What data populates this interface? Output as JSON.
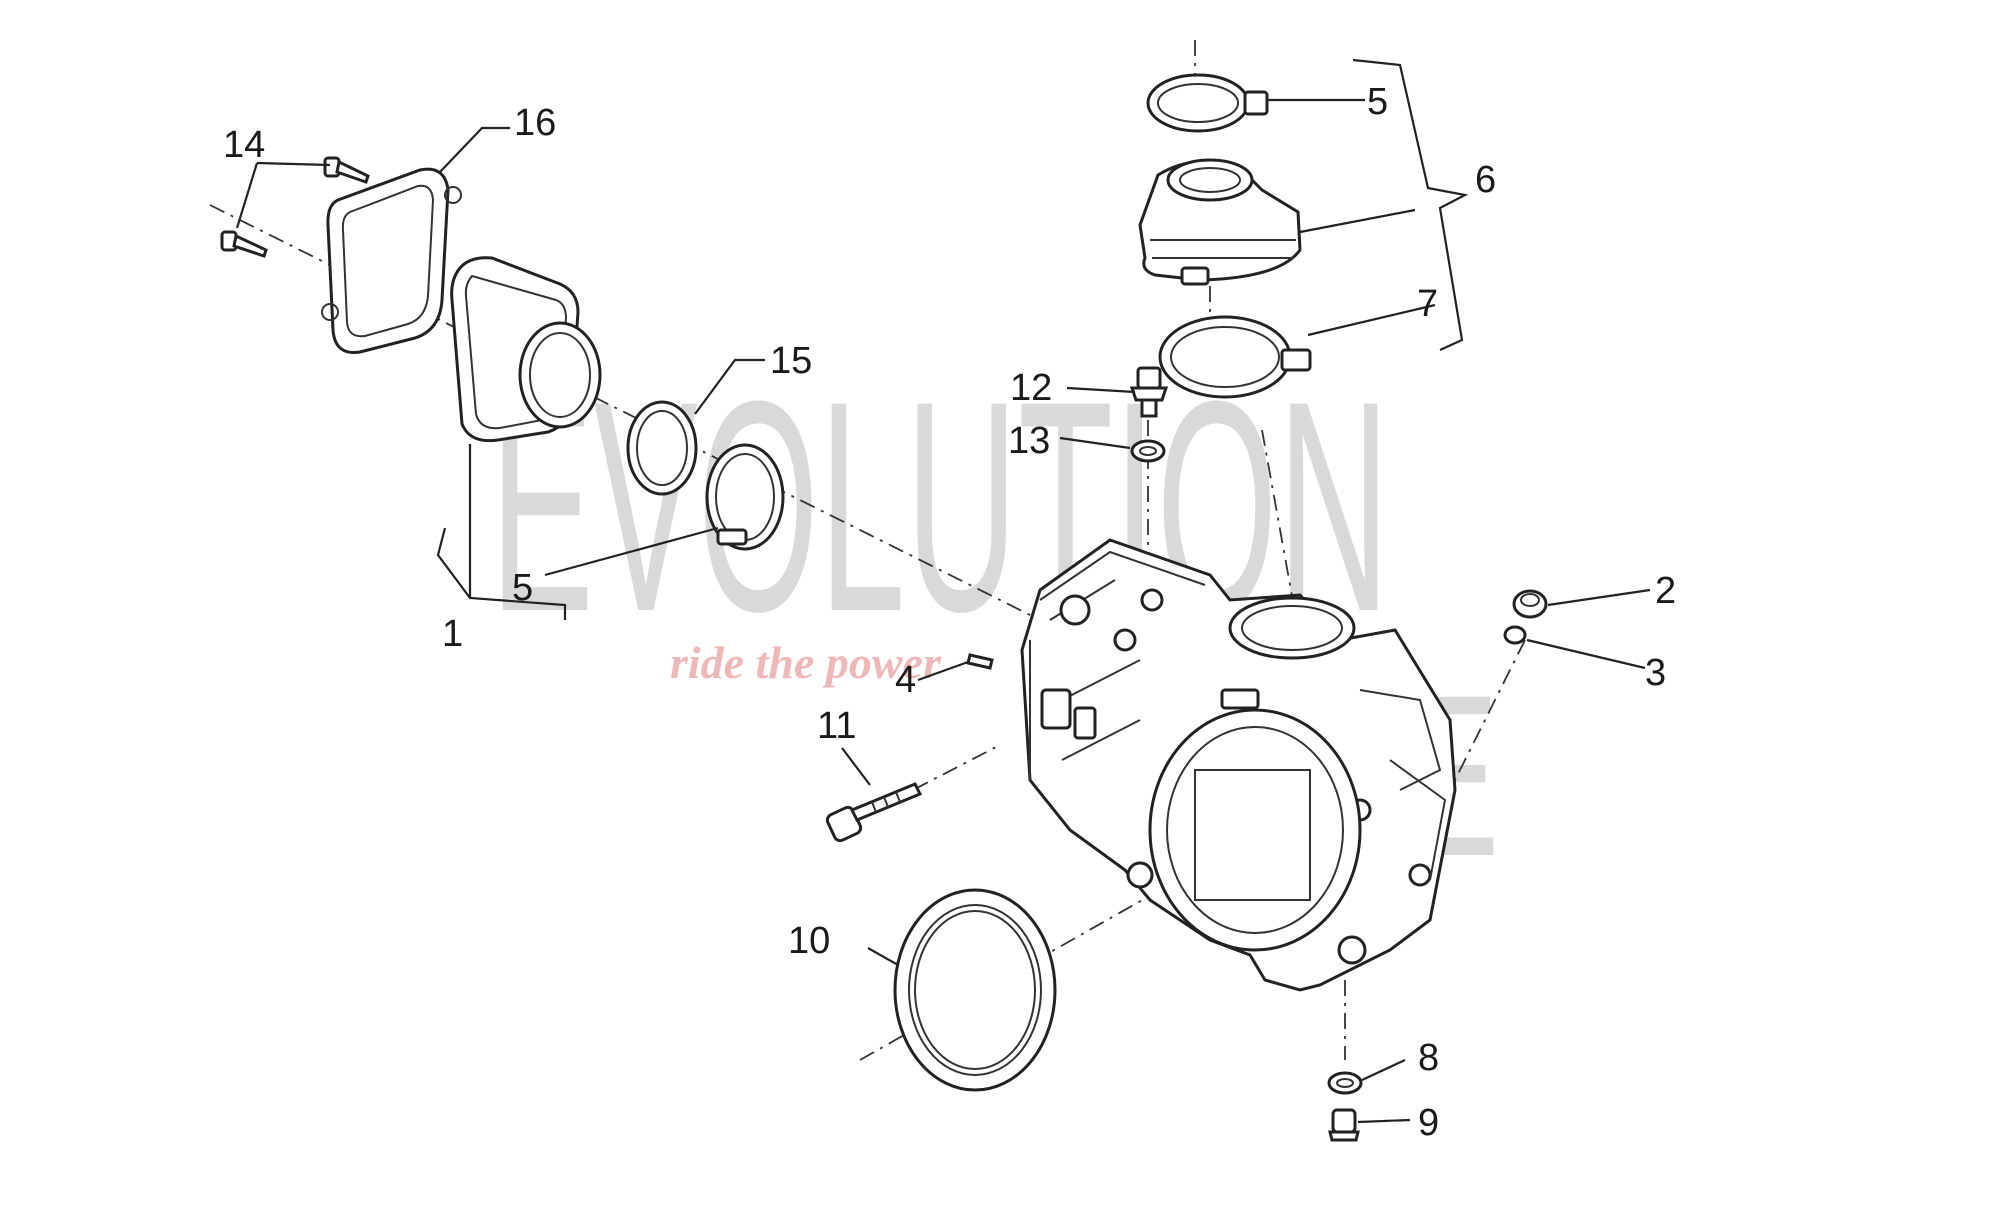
{
  "watermark": {
    "brand_line1": "EVOLUTION",
    "brand_line2": "BIKE",
    "tagline": "ride the power"
  },
  "callouts": [
    {
      "id": "c14",
      "label": "14"
    },
    {
      "id": "c16",
      "label": "16"
    },
    {
      "id": "c15",
      "label": "15"
    },
    {
      "id": "c5a",
      "label": "5"
    },
    {
      "id": "c1",
      "label": "1"
    },
    {
      "id": "c5b",
      "label": "5"
    },
    {
      "id": "c6",
      "label": "6"
    },
    {
      "id": "c7",
      "label": "7"
    },
    {
      "id": "c12",
      "label": "12"
    },
    {
      "id": "c13",
      "label": "13"
    },
    {
      "id": "c2",
      "label": "2"
    },
    {
      "id": "c3",
      "label": "3"
    },
    {
      "id": "c4",
      "label": "4"
    },
    {
      "id": "c11",
      "label": "11"
    },
    {
      "id": "c10",
      "label": "10"
    },
    {
      "id": "c8",
      "label": "8"
    },
    {
      "id": "c9",
      "label": "9"
    }
  ]
}
